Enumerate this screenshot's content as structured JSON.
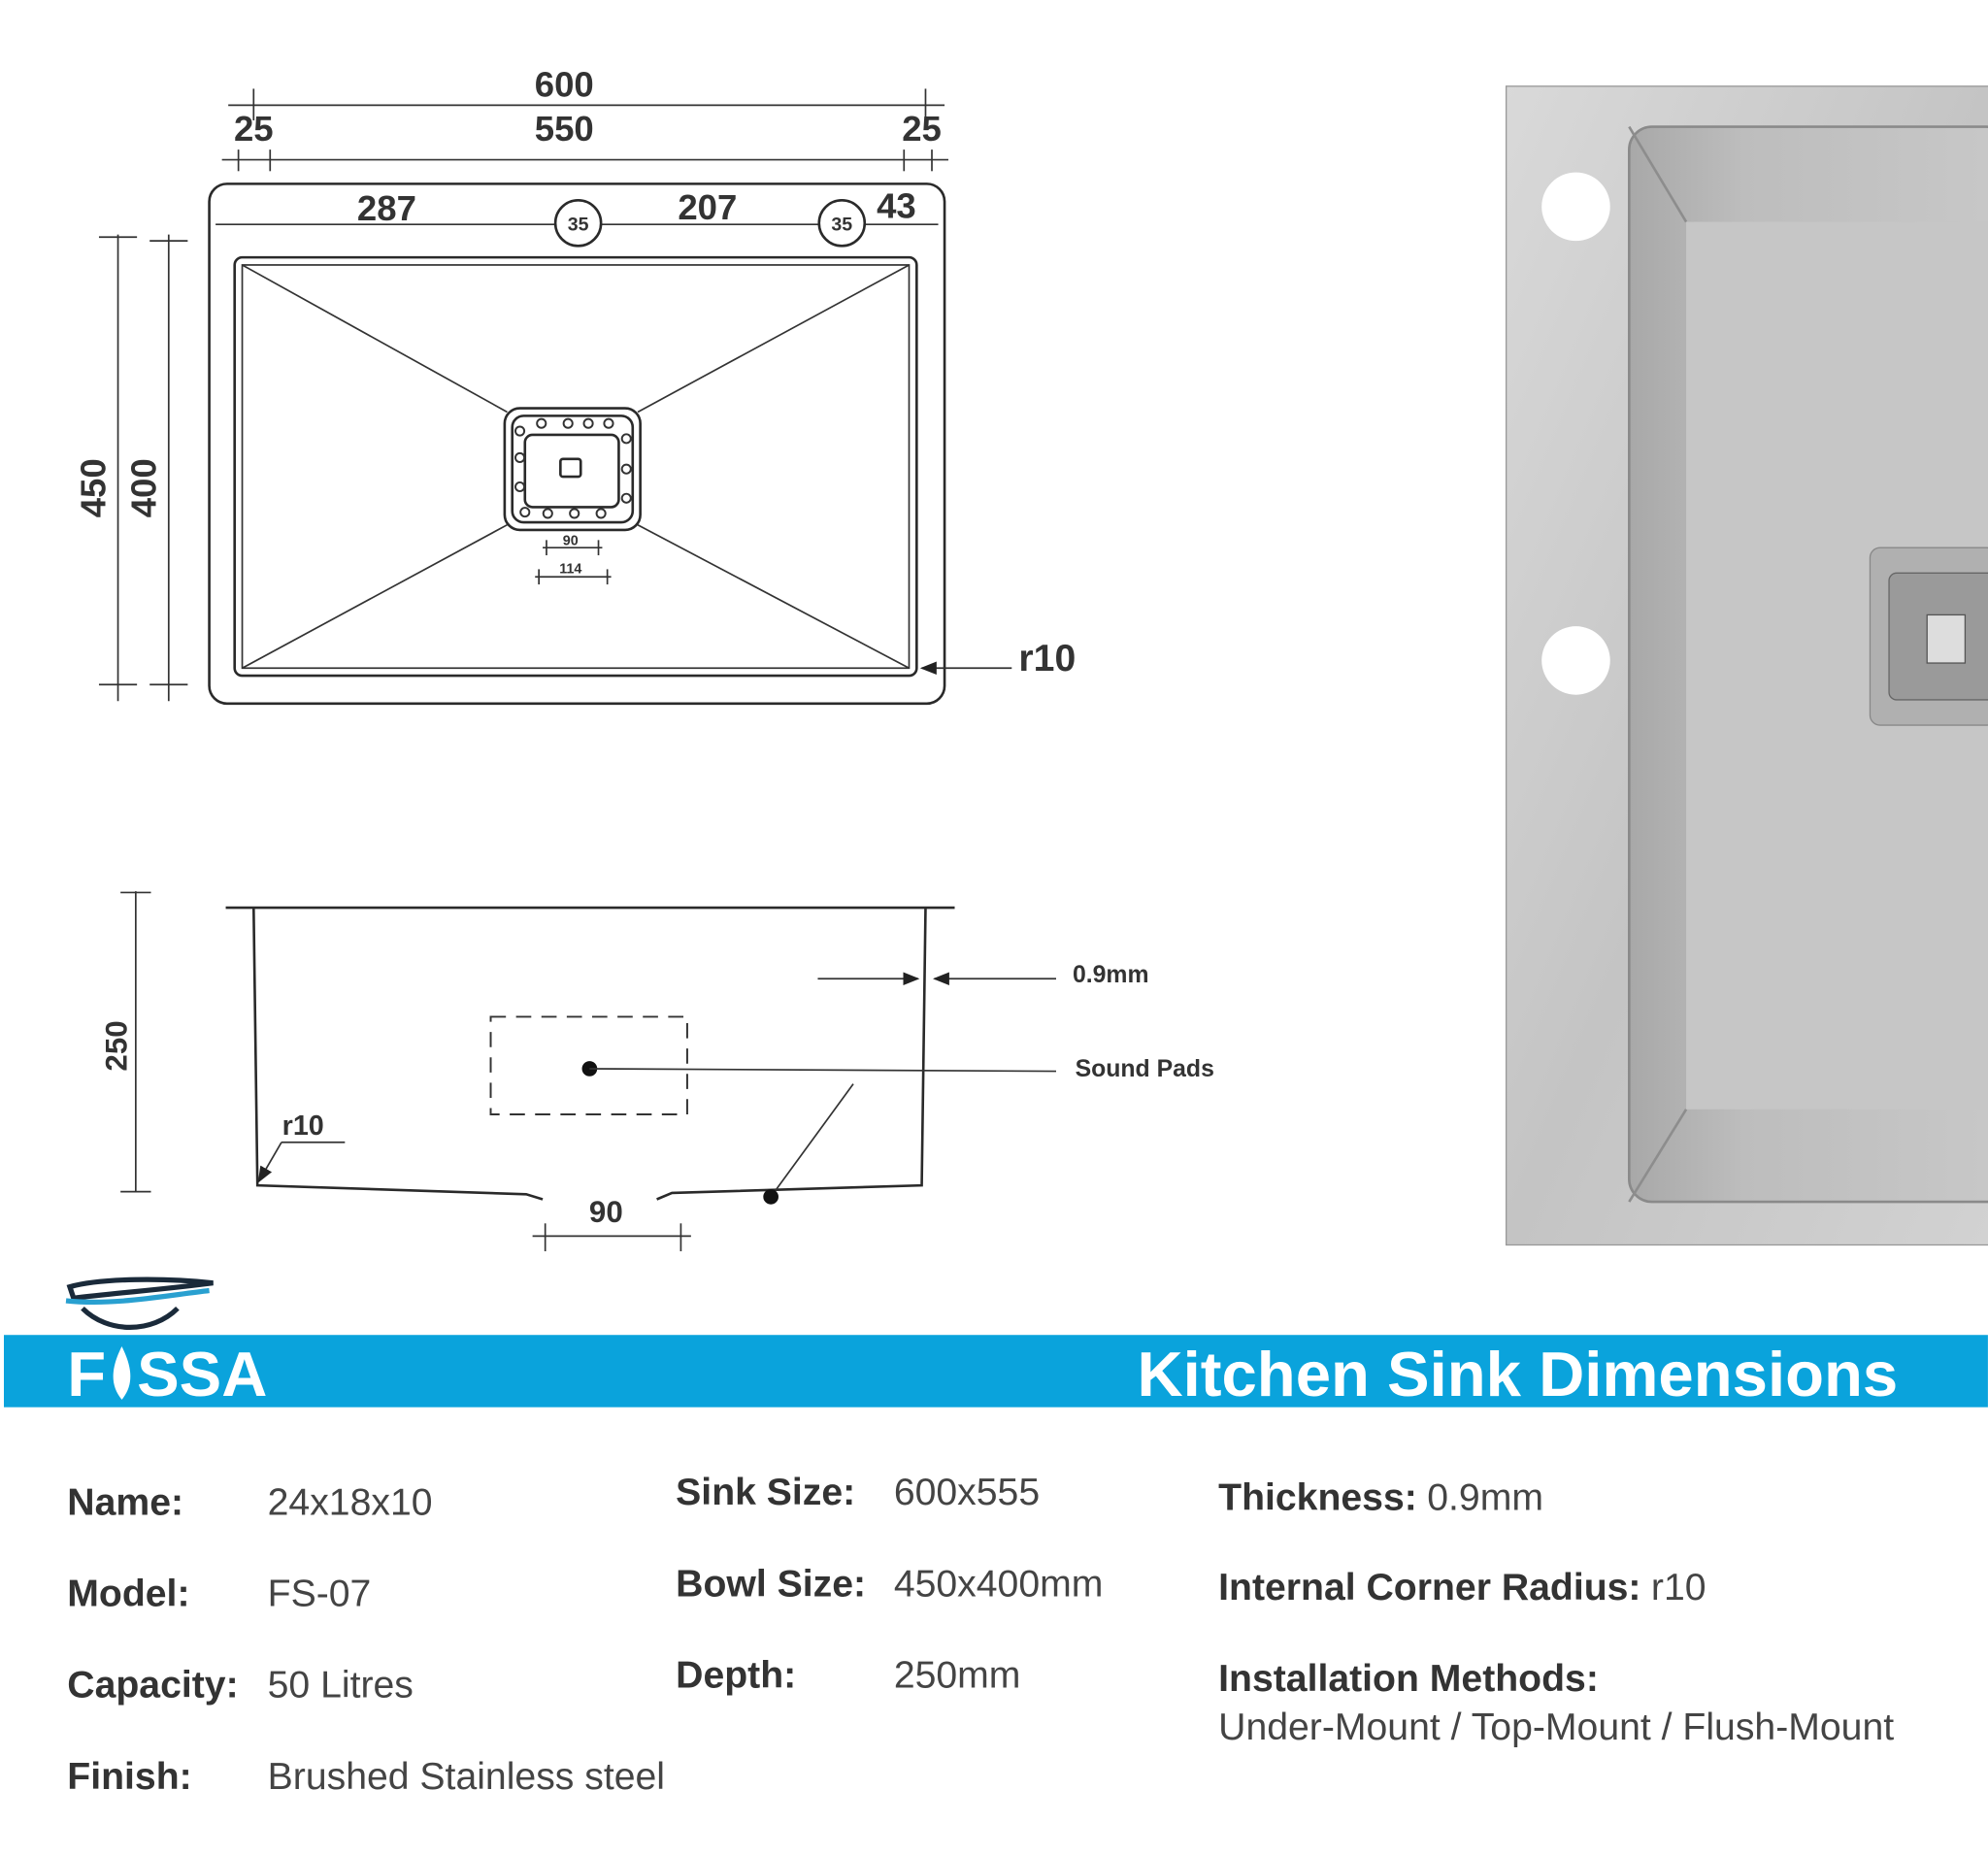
{
  "top_view": {
    "overall_width": "600",
    "bowl_width": "550",
    "left_margin": "25",
    "right_margin": "25",
    "seg_left": "287",
    "tap_hole_1": "35",
    "seg_mid": "207",
    "tap_hole_2": "35",
    "seg_right": "43",
    "overall_depth": "450",
    "bowl_depth": "400",
    "drain_inner": "90",
    "drain_outer": "114",
    "corner_radius": "r10"
  },
  "side_view": {
    "height": "250",
    "thickness": "0.9mm",
    "sound_pads": "Sound Pads",
    "corner_radius": "r10",
    "drain_width": "90"
  },
  "banner": {
    "logo_text": "FASSA",
    "title": "Kitchen Sink Dimensions",
    "color": "#0aa3dc"
  },
  "specs": {
    "col1": [
      {
        "label": "Name:",
        "value": "24x18x10"
      },
      {
        "label": "Model:",
        "value": "FS-07"
      },
      {
        "label": "Capacity:",
        "value": "50 Litres"
      },
      {
        "label": "Finish:",
        "value": "Brushed Stainless steel"
      }
    ],
    "col2": [
      {
        "label": "Sink Size:",
        "value": "600x555"
      },
      {
        "label": "Bowl Size:",
        "value": "450x400mm"
      },
      {
        "label": "Depth:",
        "value": "250mm"
      }
    ],
    "col3": [
      {
        "label": "Thickness:",
        "value": "0.9mm"
      },
      {
        "label": "Internal Corner Radius:",
        "value": "r10"
      },
      {
        "label": "Installation Methods:",
        "value": "Under-Mount / Top-Mount / Flush-Mount"
      }
    ]
  }
}
